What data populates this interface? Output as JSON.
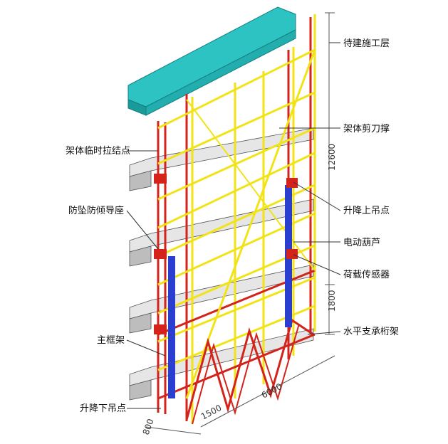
{
  "diagram": {
    "callouts": {
      "top_layer": "待建施工层",
      "scissor_brace": "架体剪刀撑",
      "temp_tie_point": "架体临时拉结点",
      "anti_fall_guide": "防坠防倾导座",
      "lift_upper_point": "升降上吊点",
      "electric_hoist": "电动葫芦",
      "load_sensor": "荷载传感器",
      "main_frame": "主框架",
      "horizontal_truss": "水平支承桁架",
      "lift_lower_point": "升降下吊点"
    },
    "dimensions": {
      "height_total": "12600",
      "height_bottom": "1800",
      "length": "6000",
      "bay": "1500",
      "depth": "800"
    },
    "colors": {
      "slab_top": "#2ec3c3",
      "slab_side": "#1a9a9a",
      "floor_slab": "#e8e8e8",
      "floor_slab_shadow": "#9a9a9a",
      "scaffold_yellow": "#f2e318",
      "scaffold_red": "#d3231a",
      "hoist_blue": "#2a3fd0"
    }
  }
}
